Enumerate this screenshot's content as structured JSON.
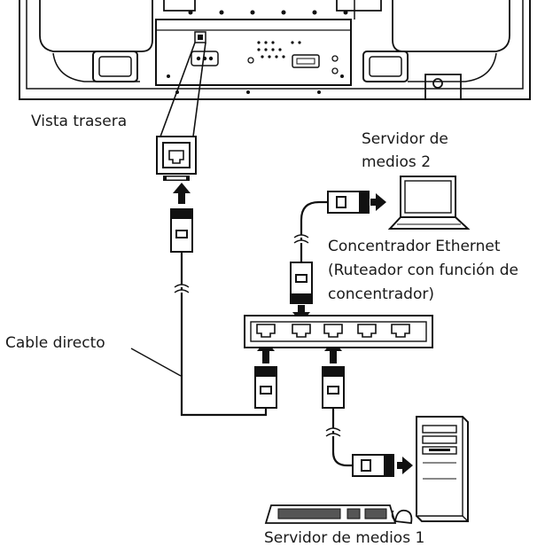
{
  "labels": {
    "rear_view": "Vista trasera",
    "media_server_2_line1": "Servidor de",
    "media_server_2_line2": "medios 2",
    "hub_line1": "Concentrador Ethernet",
    "hub_line2": "(Ruteador con función de",
    "hub_line3": "concentrador)",
    "straight_cable": "Cable directo",
    "media_server_1": "Servidor de medios 1"
  },
  "colors": {
    "line": "#111111",
    "fill": "#ffffff",
    "panel": "#f4f4f4"
  }
}
